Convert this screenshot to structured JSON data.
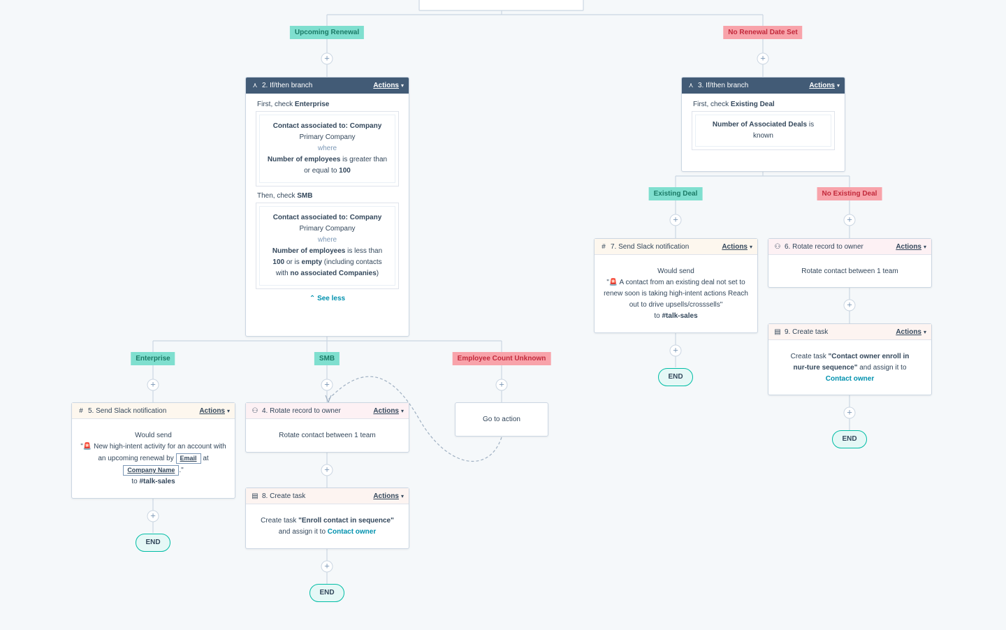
{
  "branch_labels": {
    "upcoming_renewal": "Upcoming Renewal",
    "no_renewal_date_set": "No Renewal Date Set",
    "existing_deal": "Existing Deal",
    "no_existing_deal": "No Existing Deal",
    "enterprise": "Enterprise",
    "smb": "SMB",
    "employee_count_unknown": "Employee Count Unknown"
  },
  "colors": {
    "green_label": "#7fdfcf",
    "red_label": "#f8a3aa",
    "header_dark": "#425b76",
    "link": "#0091ae",
    "end_border": "#00bda5"
  },
  "icons": {
    "branch": "branch-icon",
    "slack": "slack-icon",
    "rotate": "rotate-owner-icon",
    "task": "task-icon",
    "chevron_up": "chevron-up-icon"
  },
  "actions_label": "Actions",
  "plus": "+",
  "end_label": "END",
  "card2": {
    "title": "2. If/then branch",
    "first_check_prefix": "First, check",
    "first_check_name": "Enterprise",
    "ent_filter": {
      "object": "Contact associated to: Company",
      "assoc": "Primary Company",
      "where": "where",
      "prop": "Number of employees",
      "op": "is greater than or equal to",
      "value": "100"
    },
    "then_check_prefix": "Then, check",
    "then_check_name": "SMB",
    "smb_filter": {
      "object": "Contact associated to: Company",
      "assoc": "Primary Company",
      "where": "where",
      "prop": "Number of employees",
      "op1": "is less than",
      "value": "100",
      "op2": "or is",
      "empty": "empty",
      "tail1": "(including contacts with",
      "no_assoc": "no associated Companies",
      "tail2": ")"
    },
    "see_less": "See less"
  },
  "card3": {
    "title": "3. If/then branch",
    "first_check_prefix": "First, check",
    "first_check_name": "Existing Deal",
    "filter_prop": "Number of Associated Deals",
    "filter_op": "is known"
  },
  "card5": {
    "title": "5. Send Slack notification",
    "would_send": "Would send",
    "msg_open": "\"🚨 New high-intent activity for an account with an upcoming renewal by",
    "token_email": "Email",
    "at": "at",
    "token_company": "Company Name",
    "msg_close": ".\"",
    "to": "to",
    "channel": "#talk-sales"
  },
  "card4": {
    "title": "4. Rotate record to owner",
    "body": "Rotate contact between 1 team"
  },
  "card_goto": {
    "body": "Go to action"
  },
  "card8": {
    "title": "8. Create task",
    "prefix": "Create task",
    "task_name": "\"Enroll contact in sequence\"",
    "assign": "and assign it to",
    "assignee": "Contact owner"
  },
  "card7": {
    "title": "7. Send Slack notification",
    "would_send": "Would send",
    "msg": "\"🚨 A contact from an existing deal not set to renew soon is taking high-intent actions Reach out to drive upsells/crosssells\"",
    "to": "to",
    "channel": "#talk-sales"
  },
  "card6": {
    "title": "6. Rotate record to owner",
    "body": "Rotate contact between 1 team"
  },
  "card9": {
    "title": "9. Create task",
    "prefix": "Create task",
    "task_name": "\"Contact owner enroll in nur-ture sequence\"",
    "assign": "and assign it to",
    "assignee": "Contact owner"
  }
}
